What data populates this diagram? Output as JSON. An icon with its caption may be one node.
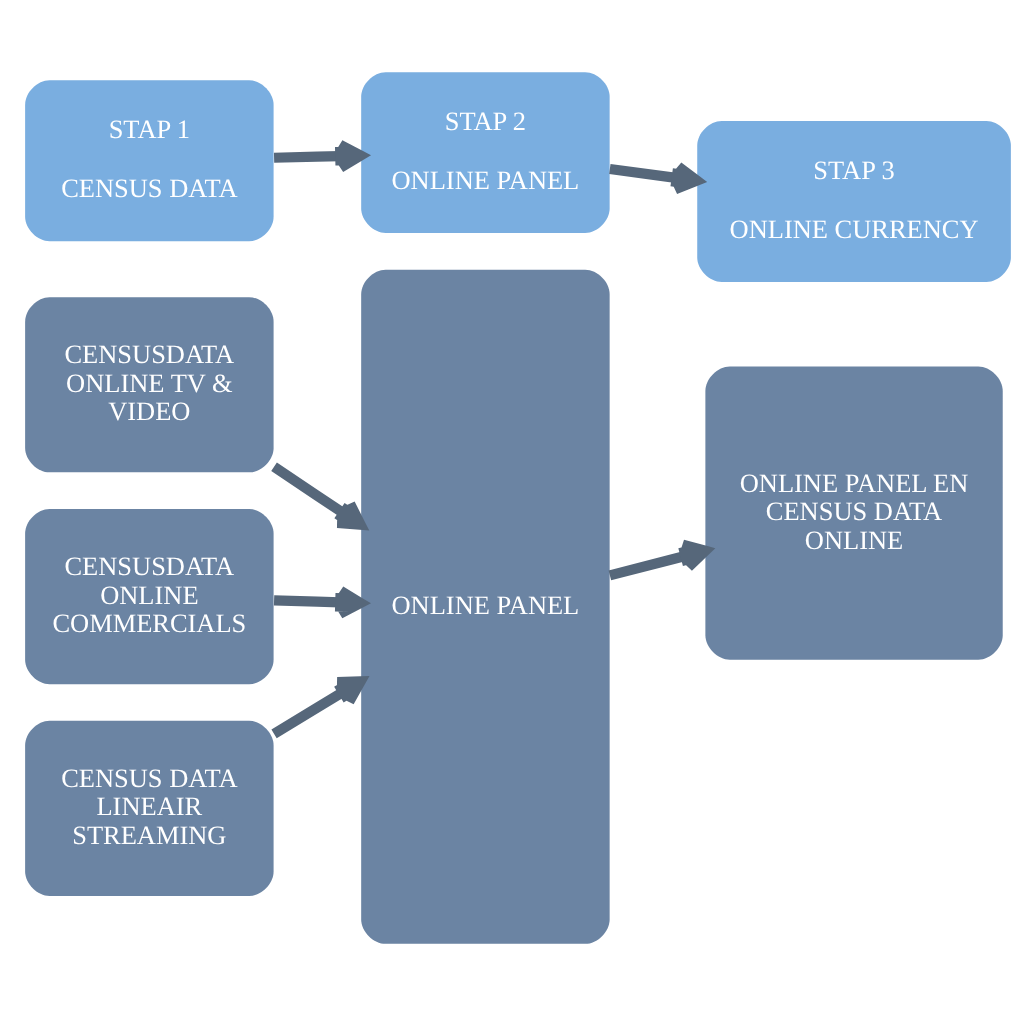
{
  "diagram": {
    "nodes": [
      {
        "text": [
          "STAP 1",
          "CENSUS DATA"
        ]
      },
      {
        "text": [
          "STAP 2",
          "ONLINE PANEL"
        ]
      },
      {
        "text": [
          "STAP 3",
          "ONLINE CURRENCY"
        ]
      },
      {
        "text": [
          "CENSUSDATA ONLINE TV & VIDEO"
        ]
      },
      {
        "text": [
          "CENSUSDATA ONLINE COMMERCIALS"
        ]
      },
      {
        "text": [
          "CENSUS DATA LINEAIR STREAMING"
        ]
      },
      {
        "text": [
          "ONLINE PANEL"
        ]
      },
      {
        "text": [
          "ONLINE PANEL EN CENSUS DATA ONLINE"
        ]
      }
    ],
    "edges": [
      {
        "from": 0,
        "to": 1,
        "arrow": "to"
      },
      {
        "from": 1,
        "to": 2,
        "arrow": "to"
      },
      {
        "from": 3,
        "to": 6,
        "arrow": "to"
      },
      {
        "from": 4,
        "to": 6,
        "arrow": "to"
      },
      {
        "from": 5,
        "to": 6,
        "arrow": "to"
      },
      {
        "from": 6,
        "to": 7,
        "arrow": "to"
      }
    ]
  }
}
